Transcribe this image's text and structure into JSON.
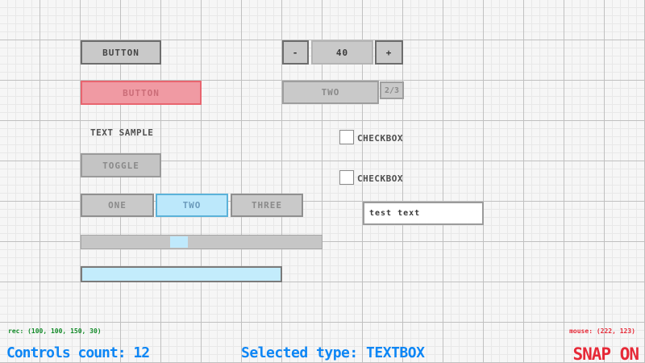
{
  "workspace": {
    "colors": {
      "control_gray": "#c9c9c9",
      "selected_red_fill": "#f09aa3",
      "selected_red_border": "#e8656f",
      "focus_blue_fill": "#bce8fb",
      "focus_blue_border": "#5bb2d9",
      "status_green": "#128a28",
      "status_blue": "#0d86f5",
      "status_red": "#e62937"
    }
  },
  "controls": {
    "button_normal": {
      "label": "BUTTON"
    },
    "button_selected": {
      "label": "BUTTON"
    },
    "spinner": {
      "decrease_label": "-",
      "value": "40",
      "increase_label": "+"
    },
    "dropdown": {
      "selected_option": "TWO",
      "page_indicator": "2/3"
    },
    "text_sample_label": "TEXT SAMPLE",
    "toggle": {
      "label": "TOGGLE"
    },
    "toggle_group": {
      "items": [
        "ONE",
        "TWO",
        "THREE"
      ],
      "selected": "TWO"
    },
    "checkbox_1": {
      "label": "CHECKBOX"
    },
    "checkbox_2": {
      "label": "CHECKBOX"
    },
    "textbox": {
      "value": "test text"
    }
  },
  "statusbar": {
    "rec": "rec: (100, 100, 150, 30)",
    "controls_count": "Controls count: 12",
    "selected_type": "Selected type: TEXTBOX",
    "mouse": "mouse: (222, 123)",
    "snap": "SNAP ON"
  }
}
